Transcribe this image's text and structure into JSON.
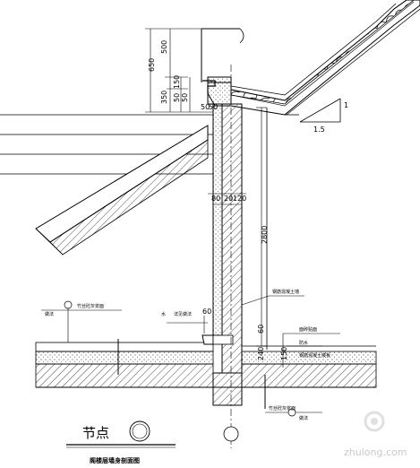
{
  "dimensions": {
    "d500": "500",
    "d650": "650",
    "d350": "350",
    "d150": "150",
    "d50a": "50",
    "d50b": "50",
    "d50c": "50",
    "d50d": "50",
    "d80": "80",
    "d20": "20",
    "d120": "120",
    "d2800": "2800",
    "d60a": "60",
    "d60b": "60",
    "d240": "240",
    "d150b": "150"
  },
  "slope": {
    "rise": "1",
    "run": "1.5"
  },
  "labels": {
    "top_left_note": "竹丝砼灰浆面",
    "top_left_small": "做法",
    "lower_right_note": "竹丝砼灰浆面",
    "lower_right_small": "做法",
    "wall_note": "钢筋混凝土墙",
    "slab_note_1": "面砖贴面",
    "slab_note_2": "防水",
    "slab_note_3": "钢筋混凝土楼板",
    "gutter_label": "水",
    "gutter_note": "详见做法"
  },
  "title": {
    "main": "节点",
    "subtitle": "阁楼层墙身剖面图"
  },
  "watermark": "zhulong.com",
  "colors": {
    "line": "#000000",
    "hatch": "#000000",
    "watermark": "#c8c8c8"
  }
}
